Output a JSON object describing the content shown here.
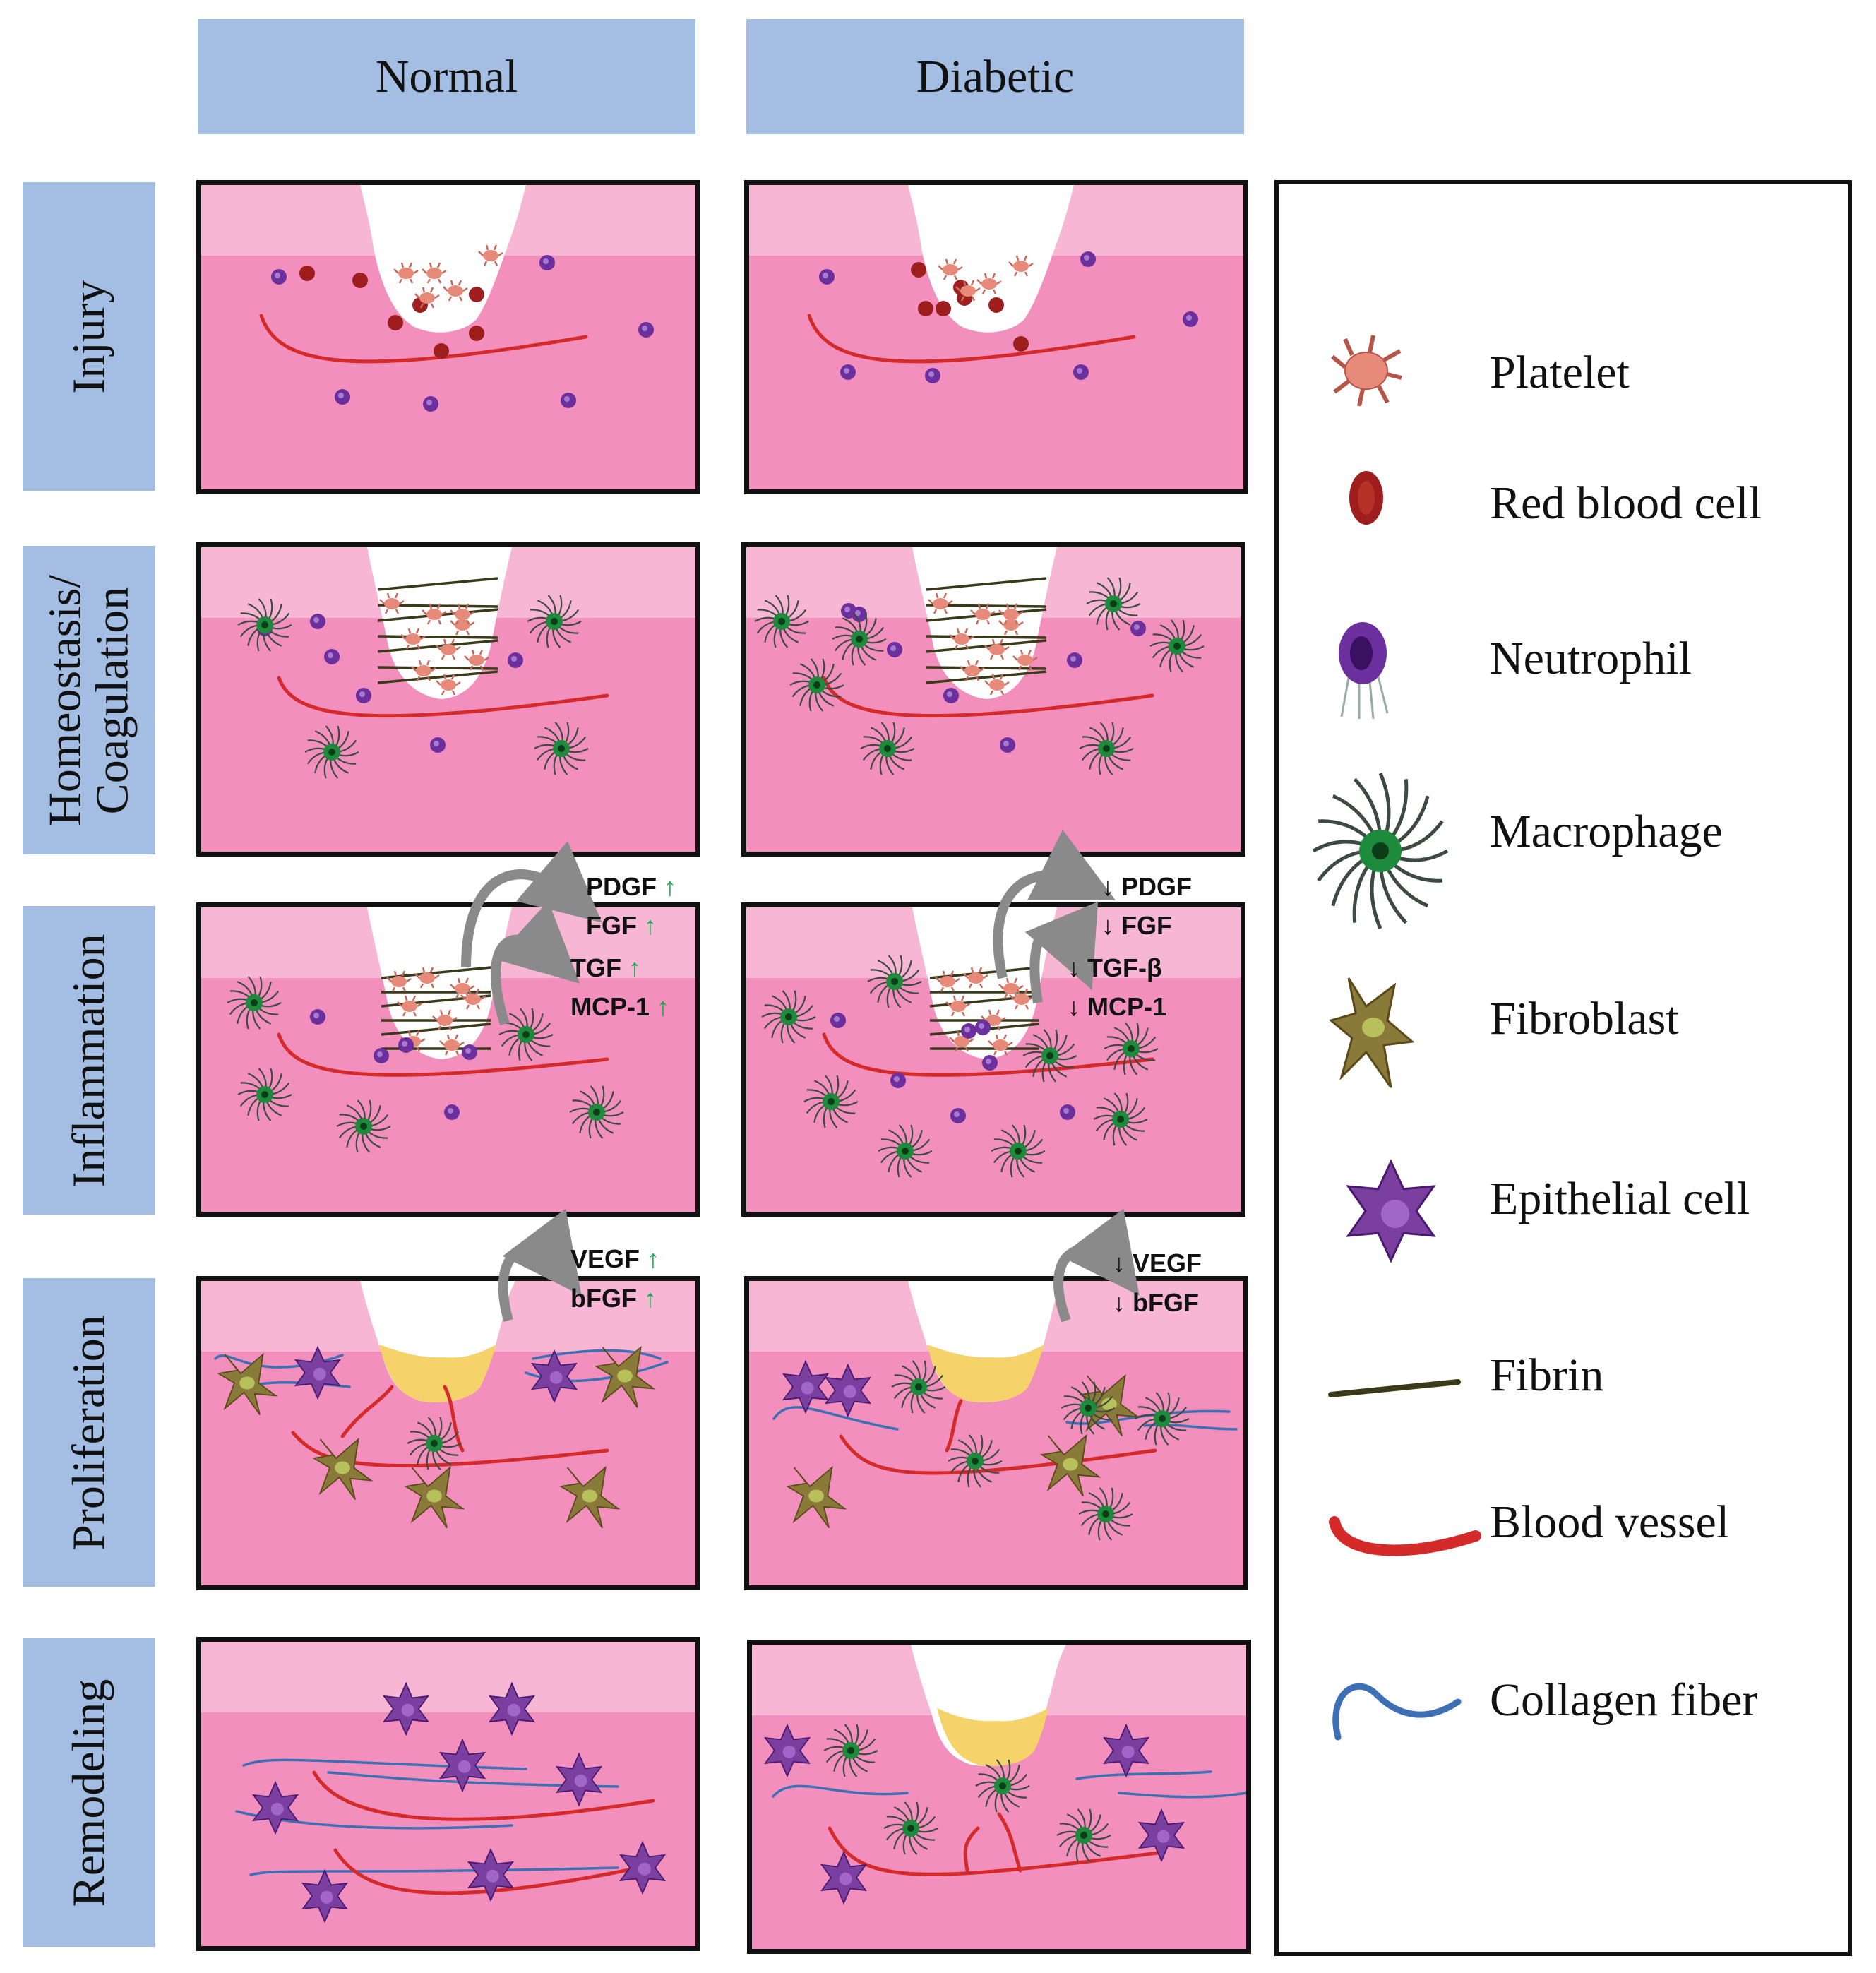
{
  "columns": {
    "normal": "Normal",
    "diabetic": "Diabetic"
  },
  "stages": [
    {
      "label": "Injury"
    },
    {
      "label": "Homeostasis/\nCoagulation"
    },
    {
      "label": "Inflammation"
    },
    {
      "label": "Proliferation"
    },
    {
      "label": "Remodeling"
    }
  ],
  "inflammation": {
    "normal_factors": [
      "PDGF",
      "FGF",
      "TGF",
      "MCP-1"
    ],
    "diabetic_factors": [
      "↓ PDGF",
      "↓ FGF",
      "↓ TGF-β",
      "↓ MCP-1"
    ]
  },
  "proliferation": {
    "normal_factors": [
      "VEGF",
      "bFGF"
    ],
    "diabetic_factors": [
      "↓ VEGF",
      "↓ bFGF"
    ]
  },
  "legend": {
    "items": [
      {
        "label": "Platelet",
        "icon": "platelet-icon"
      },
      {
        "label": "Red blood cell",
        "icon": "red-blood-cell-icon"
      },
      {
        "label": "Neutrophil",
        "icon": "neutrophil-icon"
      },
      {
        "label": "Macrophage",
        "icon": "macrophage-icon"
      },
      {
        "label": "Fibroblast",
        "icon": "fibroblast-icon"
      },
      {
        "label": "Epithelial cell",
        "icon": "epithelial-cell-icon"
      },
      {
        "label": "Fibrin",
        "icon": "fibrin-icon"
      },
      {
        "label": "Blood vessel",
        "icon": "blood-vessel-icon"
      },
      {
        "label": "Collagen fiber",
        "icon": "collagen-fiber-icon"
      }
    ]
  },
  "colors": {
    "header_blue": "#a3bde3",
    "tissue_pink": "#f38fbd",
    "epidermis_pink": "#f7b7d4",
    "blood_vessel": "#d42a2a",
    "collagen": "#3d6fb5",
    "neutrophil": "#6b2f9e",
    "rbc": "#9e1e1e",
    "macrophage": "#1e8a3c",
    "epithelial": "#7b3fa0",
    "fibroblast": "#8a7a3a",
    "clot_yellow": "#f6d36a",
    "arrow_up": "#1aa64a"
  }
}
